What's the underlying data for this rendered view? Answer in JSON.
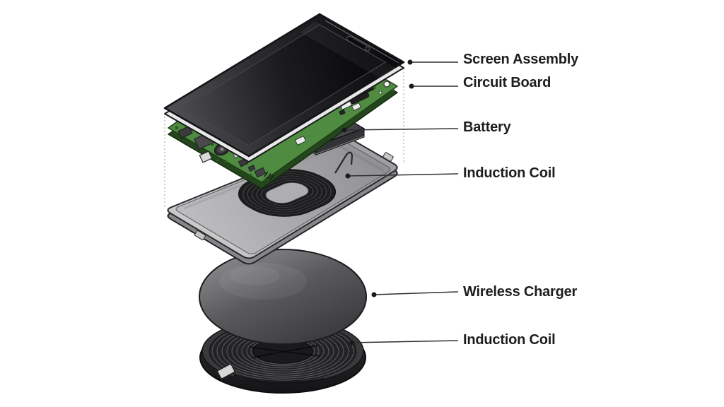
{
  "diagram": {
    "type": "exploded-view-illustration",
    "subject": "Smartphone wireless charging components",
    "callouts": [
      {
        "id": "screen-assembly",
        "text": "Screen Assembly"
      },
      {
        "id": "circuit-board",
        "text": "Circuit Board"
      },
      {
        "id": "battery",
        "text": "Battery"
      },
      {
        "id": "induction-coil-phone",
        "text": "Induction Coil"
      },
      {
        "id": "wireless-charger",
        "text": "Wireless Charger"
      },
      {
        "id": "induction-coil-charger",
        "text": "Induction Coil"
      }
    ],
    "colors": {
      "background": "#ffffff",
      "label_text": "#1d1d1f",
      "leader_line": "#2f2f31",
      "pcb_green": "#4f8c42",
      "plate_gray": "#b5b5b6",
      "charger_gray": "#4a4a4c",
      "flex_copper": "#8a5530",
      "screen_black": "#0a0a0c"
    }
  }
}
